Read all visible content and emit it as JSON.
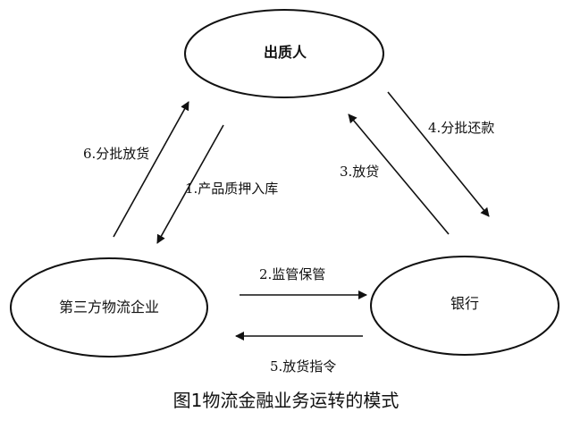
{
  "nodes": {
    "pledger": "出质人",
    "logistics": "第三方物流企业",
    "bank": "银行"
  },
  "edges": {
    "e1": "1.产品质押入库",
    "e2": "2.监管保管",
    "e3": "3.放贷",
    "e4": "4.分批还款",
    "e5": "5.放货指令",
    "e6": "6.分批放货"
  },
  "caption": "图1物流金融业务运转的模式",
  "colors": {
    "stroke": "#111111",
    "background": "#ffffff"
  }
}
